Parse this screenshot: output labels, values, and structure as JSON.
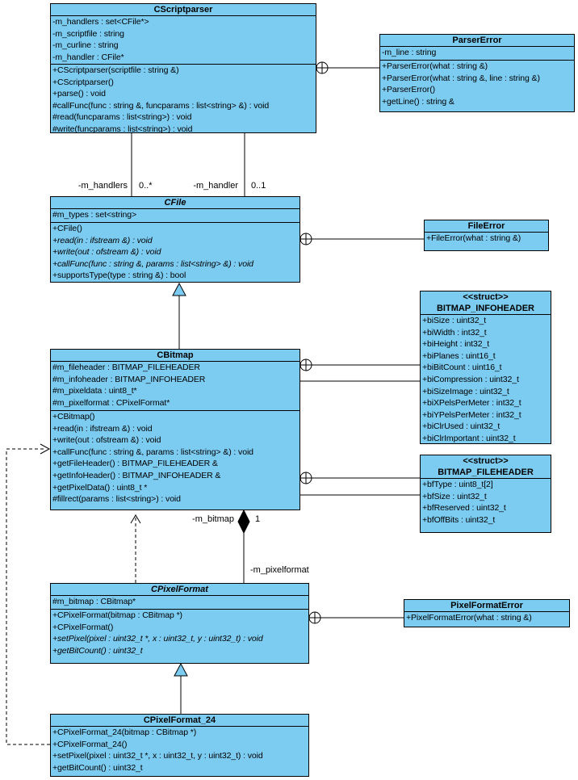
{
  "colors": {
    "class_fill": "#7cccf2",
    "border": "#000000",
    "background": "#ffffff"
  },
  "classes": [
    {
      "name": "CScriptparser",
      "abstract": false,
      "attributes": [
        "-m_handlers : set<CFile*>",
        "-m_scriptfile : string",
        "-m_curline : string",
        "-m_handler : CFile*"
      ],
      "methods": [
        "+CScriptparser(scriptfile : string &)",
        "+CScriptparser()",
        "+parse() : void",
        "#callFunc(func : string &, funcparams : list<string> &) : void",
        "#read(funcparams : list<string>) : void",
        "#write(funcparams : list<string>) : void"
      ]
    },
    {
      "name": "ParserError",
      "abstract": false,
      "attributes": [
        "-m_line : string"
      ],
      "methods": [
        "+ParserError(what : string &)",
        "+ParserError(what : string &, line : string &)",
        "+ParserError()",
        "+getLine() : string &"
      ]
    },
    {
      "name": "CFile",
      "abstract": true,
      "attributes": [
        "#m_types : set<string>"
      ],
      "methods": [
        "+CFile()",
        {
          "t": "+read(in : ifstream &) : void",
          "i": true
        },
        {
          "t": "+write(out : ofstream &) : void",
          "i": true
        },
        {
          "t": "+callFunc(func : string &, params : list<string> &) : void",
          "i": true
        },
        "+supportsType(type : string &) : bool"
      ]
    },
    {
      "name": "FileError",
      "abstract": false,
      "attributes": [],
      "methods": [
        "+FileError(what : string &)"
      ]
    },
    {
      "name": "CBitmap",
      "abstract": false,
      "attributes": [
        "#m_fileheader : BITMAP_FILEHEADER",
        "#m_infoheader : BITMAP_INFOHEADER",
        "#m_pixeldata : uint8_t*",
        "#m_pixelformat : CPixelFormat*"
      ],
      "methods": [
        "+CBitmap()",
        "+read(in : ifstream &) : void",
        "+write(out : ofstream &) : void",
        "+callFunc(func : string &, params : list<string> &) : void",
        "+getFileHeader() : BITMAP_FILEHEADER &",
        "+getInfoHeader() : BITMAP_INFOHEADER &",
        "+getPixelData() : uint8_t *",
        "#fillrect(params : list<string>) : void"
      ]
    },
    {
      "name": "BITMAP_INFOHEADER",
      "stereotype": "<<struct>>",
      "abstract": false,
      "attributes": [
        "+biSize : uint32_t",
        "+biWidth : int32_t",
        "+biHeight : int32_t",
        "+biPlanes : uint16_t",
        "+biBitCount : uint16_t",
        "+biCompression : uint32_t",
        "+biSizeImage : uint32_t",
        "+biXPelsPerMeter : int32_t",
        "+biYPelsPerMeter : int32_t",
        "+biClrUsed : uint32_t",
        "+biClrImportant : uint32_t"
      ],
      "methods": []
    },
    {
      "name": "BITMAP_FILEHEADER",
      "stereotype": "<<struct>>",
      "abstract": false,
      "attributes": [
        "+bfType : uint8_t[2]",
        "+bfSize : uint32_t",
        "+bfReserved : uint32_t",
        "+bfOffBits : uint32_t"
      ],
      "methods": []
    },
    {
      "name": "CPixelFormat",
      "abstract": true,
      "attributes": [
        "#m_bitmap : CBitmap*"
      ],
      "methods": [
        "+CPixelFormat(bitmap : CBitmap *)",
        "+CPixelFormat()",
        {
          "t": "+setPixel(pixel : uint32_t *, x : uint32_t, y : uint32_t) : void",
          "i": true
        },
        {
          "t": "+getBitCount() : uint32_t",
          "i": true
        }
      ]
    },
    {
      "name": "PixelFormatError",
      "abstract": false,
      "attributes": [],
      "methods": [
        "+PixelFormatError(what : string &)"
      ]
    },
    {
      "name": "CPixelFormat_24",
      "abstract": false,
      "attributes": [],
      "methods": [
        "+CPixelFormat_24(bitmap : CBitmap *)",
        "+CPixelFormat_24()",
        "+setPixel(pixel : uint32_t *, x : uint32_t, y : uint32_t) : void",
        "+getBitCount() : uint32_t"
      ]
    }
  ],
  "labels": {
    "m_handlers": "-m_handlers",
    "mult_handlers": "0..*",
    "m_handler": "-m_handler",
    "mult_handler": "0..1",
    "m_bitmap": "-m_bitmap",
    "mult_bitmap": "1",
    "m_pixelformat": "-m_pixelformat"
  }
}
